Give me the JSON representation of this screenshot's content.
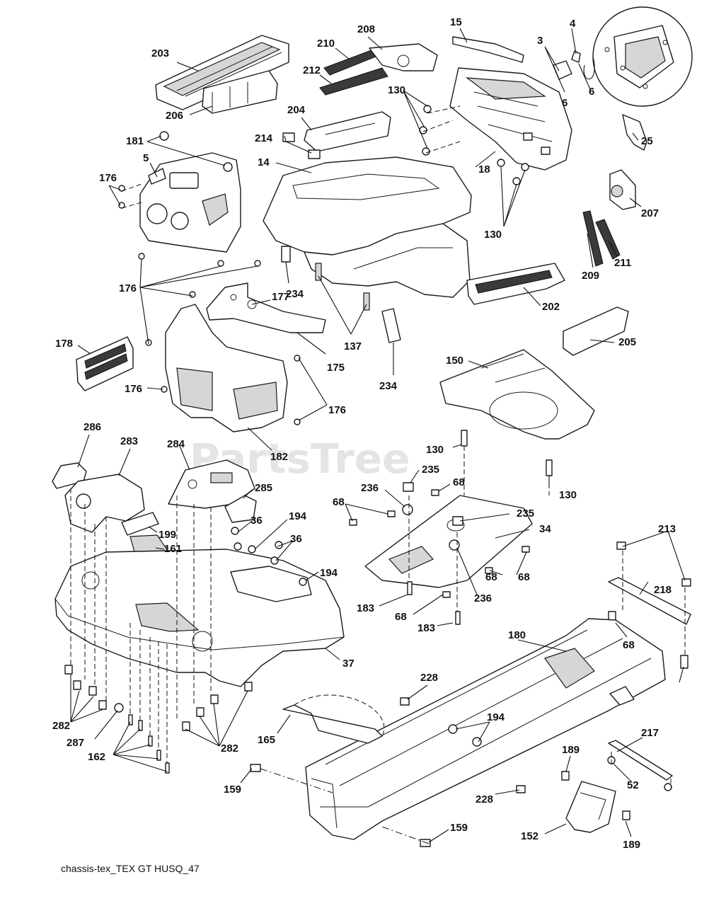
{
  "watermark": "PartsTree",
  "caption": "chassis-tex_TEX GT HUSQ_47",
  "labels": [
    "203",
    "206",
    "210",
    "212",
    "208",
    "15",
    "3",
    "4",
    "6",
    "6",
    "130",
    "204",
    "181",
    "5",
    "176",
    "214",
    "14",
    "18",
    "25",
    "207",
    "130",
    "209",
    "211",
    "234",
    "176",
    "177",
    "137",
    "202",
    "178",
    "175",
    "234",
    "205",
    "150",
    "176",
    "176",
    "182",
    "130",
    "130",
    "286",
    "283",
    "284",
    "285",
    "235",
    "236",
    "68",
    "68",
    "235",
    "34",
    "199",
    "36",
    "194",
    "161",
    "36",
    "194",
    "68",
    "236",
    "183",
    "68",
    "68",
    "183",
    "213",
    "218",
    "180",
    "68",
    "37",
    "282",
    "228",
    "287",
    "162",
    "165",
    "194",
    "282",
    "217",
    "189",
    "159",
    "52",
    "228",
    "159",
    "152",
    "189"
  ]
}
